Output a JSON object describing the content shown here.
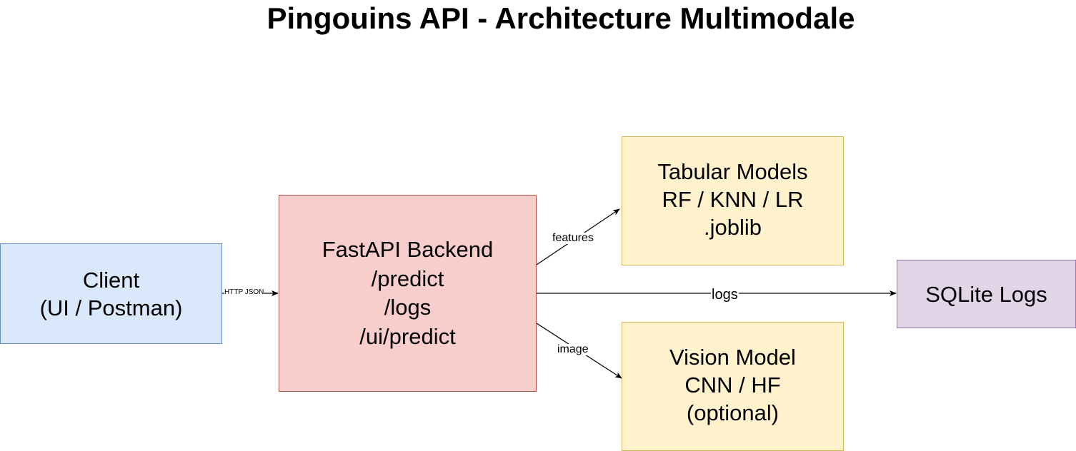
{
  "title": "Pingouins API - Architecture Multimodale",
  "nodes": {
    "client": {
      "lines": [
        "Client",
        "(UI / Postman)"
      ],
      "fill": "#dae8fc",
      "stroke": "#6c8ebf"
    },
    "backend": {
      "lines": [
        "FastAPI Backend",
        "/predict",
        "/logs",
        "/ui/predict"
      ],
      "fill": "#f8cecc",
      "stroke": "#b85450"
    },
    "tabular": {
      "lines": [
        "Tabular Models",
        "RF / KNN / LR",
        ".joblib"
      ],
      "fill": "#fff2cc",
      "stroke": "#d6b656"
    },
    "vision": {
      "lines": [
        "Vision Model",
        "CNN / HF",
        "(optional)"
      ],
      "fill": "#fff2cc",
      "stroke": "#d6b656"
    },
    "sqlite": {
      "lines": [
        "SQLite Logs"
      ],
      "fill": "#e1d5e7",
      "stroke": "#9673a6"
    }
  },
  "edges": {
    "client_to_backend": {
      "label": "HTTP JSON",
      "from": "client",
      "to": "backend"
    },
    "backend_to_tabular": {
      "label": "features",
      "from": "backend",
      "to": "tabular"
    },
    "backend_to_sqlite": {
      "label": "logs",
      "from": "backend",
      "to": "sqlite"
    },
    "backend_to_vision": {
      "label": "image",
      "from": "backend",
      "to": "vision"
    }
  },
  "colors": {
    "edge": "#000000",
    "background": "#ffffff"
  }
}
